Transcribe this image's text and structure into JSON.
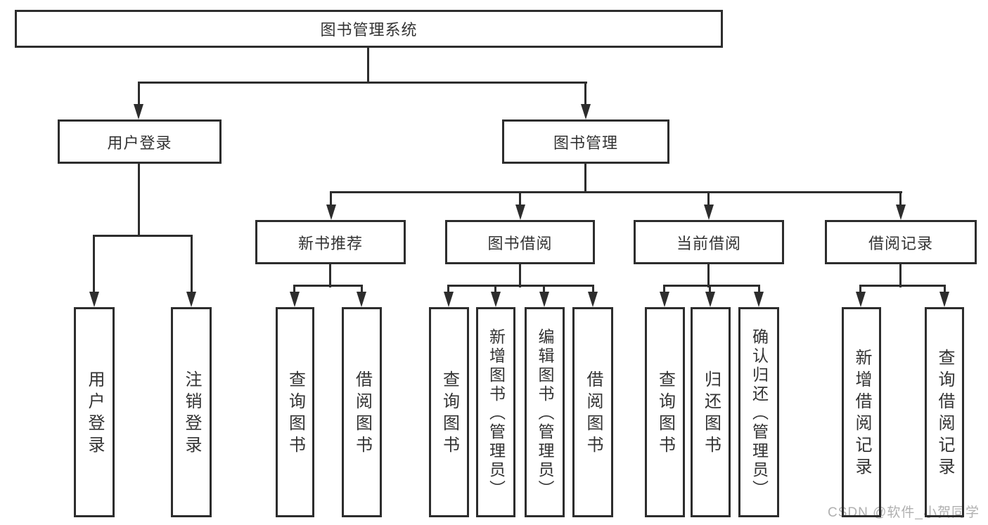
{
  "diagram": {
    "title": "图书管理系统",
    "watermark": "CSDN @软件_小贺同学",
    "colors": {
      "line": "#2d2d2d",
      "text": "#333333",
      "background": "#ffffff",
      "watermark": "#b0b0b0"
    },
    "tree": {
      "root": "图书管理系统",
      "branches": [
        {
          "label": "用户登录",
          "children": [
            "用户登录",
            "注销登录"
          ]
        },
        {
          "label": "图书管理",
          "children": [
            {
              "label": "新书推荐",
              "children": [
                "查询图书",
                "借阅图书"
              ]
            },
            {
              "label": "图书借阅",
              "children": [
                "查询图书",
                "新增图书（管理员）",
                "编辑图书（管理员）",
                "借阅图书"
              ]
            },
            {
              "label": "当前借阅",
              "children": [
                "查询图书",
                "归还图书",
                "确认归还（管理员）"
              ]
            },
            {
              "label": "借阅记录",
              "children": [
                "新增借阅记录",
                "查询借阅记录"
              ]
            }
          ]
        }
      ]
    }
  }
}
